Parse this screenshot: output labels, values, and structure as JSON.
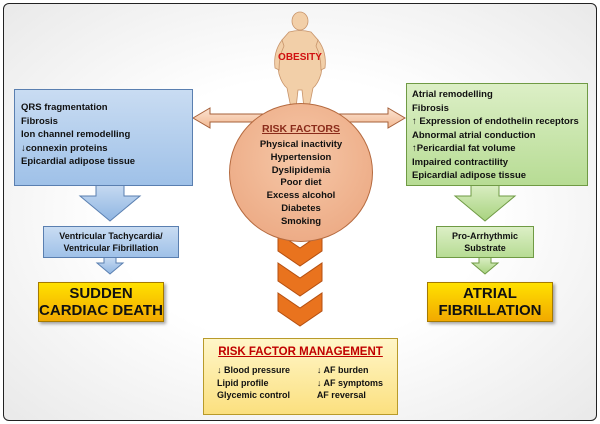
{
  "center": {
    "obesity_label": "OBESITY",
    "risk_factors_title": "RISK FACTORS",
    "risk_factors": [
      "Physical inactivity",
      "Hypertension",
      "Dyslipidemia",
      "Poor diet",
      "Excess alcohol",
      "Diabetes",
      "Smoking"
    ]
  },
  "left": {
    "mechanisms": [
      "QRS fragmentation",
      "Fibrosis",
      "Ion channel remodelling",
      "↓connexin proteins",
      "Epicardial adipose tissue"
    ],
    "intermediate_lines": [
      "Ventricular Tachycardia/",
      "Ventricular Fibrillation"
    ],
    "outcome_lines": [
      "SUDDEN",
      "CARDIAC DEATH"
    ]
  },
  "right": {
    "mechanisms": [
      "Atrial remodelling",
      "Fibrosis",
      "↑ Expression of endothelin receptors",
      "Abnormal atrial conduction",
      "↑Pericardial fat volume",
      "Impaired contractility",
      "Epicardial adipose tissue"
    ],
    "intermediate_lines": [
      "Pro-Arrhythmic",
      "Substrate"
    ],
    "outcome_lines": [
      "ATRIAL",
      "FIBRILLATION"
    ]
  },
  "management": {
    "title": "RISK FACTOR MANAGEMENT",
    "col1": [
      "↓ Blood pressure",
      "Lipid profile",
      "Glycemic control"
    ],
    "col2": [
      "↓ AF burden",
      "↓ AF symptoms",
      "AF reversal"
    ]
  },
  "colors": {
    "blue_box": "#9fc1e8",
    "green_box": "#b7dc94",
    "risk_circle": "#eaa37c",
    "chevron": "#e9731e",
    "gold": "#f2c000",
    "obesity_text": "#d01010",
    "management_title": "#c00000"
  }
}
